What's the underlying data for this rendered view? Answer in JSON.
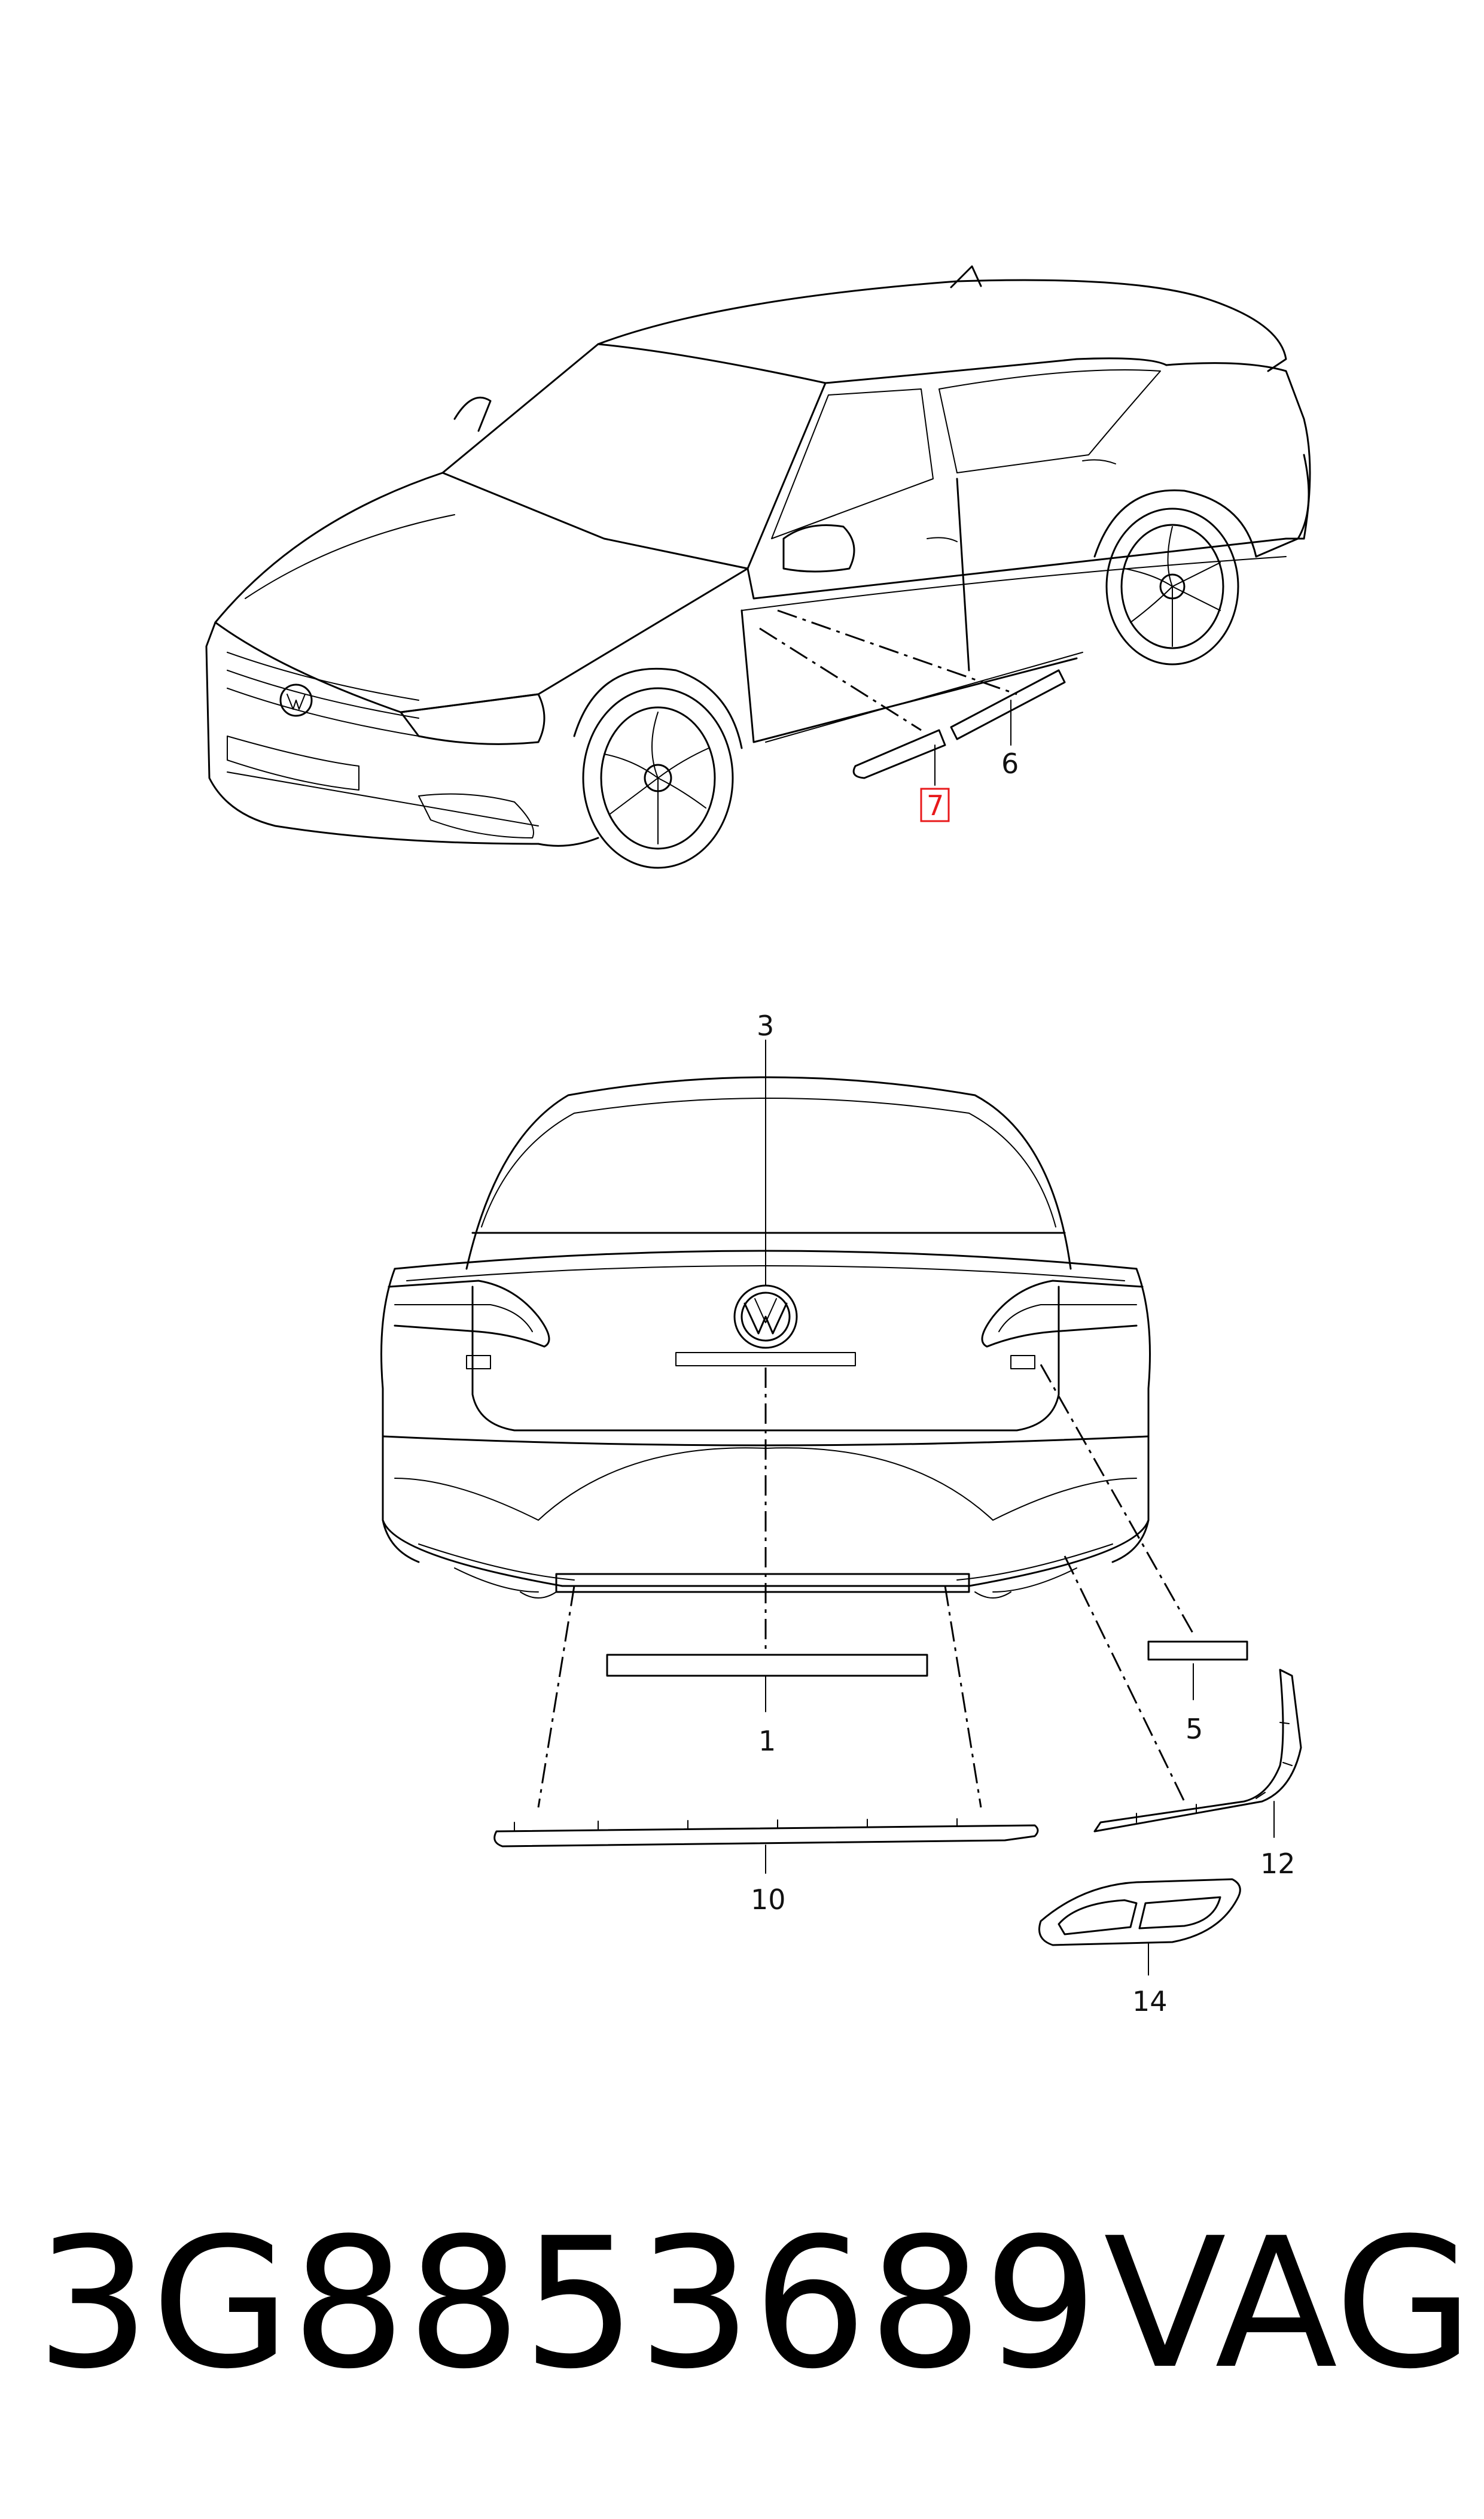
{
  "callouts": {
    "c7": "7",
    "c6": "6",
    "c3": "3",
    "c1": "1",
    "c5": "5",
    "c10": "10",
    "c12": "12",
    "c14": "14"
  },
  "footer": {
    "part_number": "3G8853689",
    "brand": "VAG"
  },
  "highlight_color": "#e8191b"
}
